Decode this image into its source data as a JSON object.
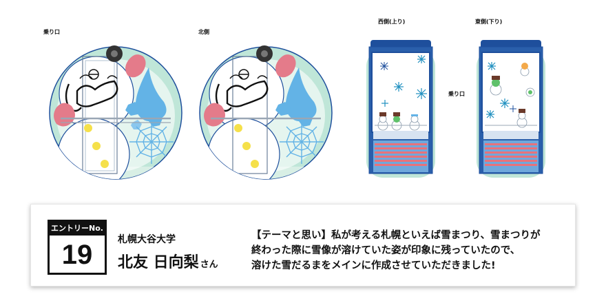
{
  "views": {
    "boarding": "乗り口",
    "north": "北側",
    "west": "西側(上り)",
    "east": "東側(下り)",
    "side_boarding": "乗り口"
  },
  "entry": {
    "label": "エントリーNo.",
    "number": "19"
  },
  "university": "札幌大谷大学",
  "name": "北友 日向梨",
  "honorific": "さん",
  "theme_lines": [
    "【テーマと思い】私が考える札幌といえば雪まつり、雪まつりが",
    "終わった際に雪像が溶けていた姿が印象に残っていたので、",
    "溶けた雪だるまをメインに作成させていただきました!"
  ],
  "colors": {
    "mint": "#bfe6d8",
    "navy": "#1e4f9c",
    "sky_blue": "#63b3e6",
    "pink": "#e47b8a",
    "yellow": "#f5e04a",
    "salmon_grille": "#e8727a"
  }
}
